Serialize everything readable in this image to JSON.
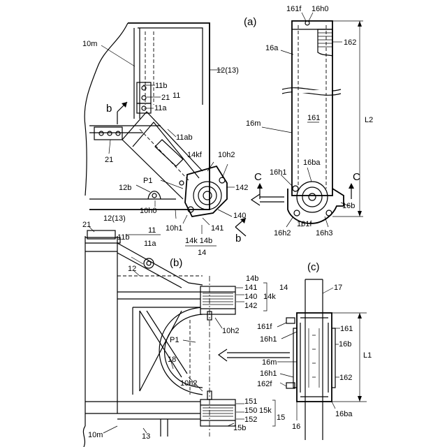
{
  "figure": {
    "panels": {
      "a": "(a)",
      "b": "(b)",
      "c": "(c)"
    },
    "labels": {
      "l10m": "10m",
      "l10m_b": "10m",
      "l11b": "11b",
      "l11a": "11a",
      "l11": "11",
      "l21": "21",
      "l21_b": "21",
      "l21_c": "21",
      "l12_13": "12(13)",
      "l12_13_b": "12(13)",
      "l11ab": "11ab",
      "l14kf": "14kf",
      "l10h2": "10h2",
      "l142": "142",
      "lP1": "P1",
      "l12b": "12b",
      "l10h0": "10h0",
      "l140": "140",
      "l141": "141",
      "l10h1": "10h1",
      "l14k14b": "14k 14b",
      "l14": "14",
      "lb_a": "b",
      "lb_a2": "b",
      "l161f_top": "161f",
      "l16h0": "16h0",
      "l16a": "16a",
      "l162": "162",
      "l161": "161",
      "l16m": "16m",
      "lL2": "L2",
      "lC1": "C",
      "lC2": "C",
      "l16ba": "16ba",
      "l16h1": "16h1",
      "l16b": "16b",
      "l16h2": "16h2",
      "l161f_bot": "161f",
      "l16h3": "16h3",
      "b_11b": "11b",
      "b_11a": "11a",
      "b_11": "11",
      "b_12": "12",
      "b_14b": "14b",
      "b_141": "141",
      "b_140": "140",
      "b_142": "142",
      "b_14k": "14k",
      "b_14": "14",
      "b_10h2": "10h2",
      "b_P1": "P1",
      "b_18": "18",
      "b_10h2b": "10h2",
      "b_151": "151",
      "b_150": "150",
      "b_152": "152",
      "b_15k": "15k",
      "b_15": "15",
      "b_15b": "15b",
      "b_10m": "10m",
      "b_13": "13",
      "c_17": "17",
      "c_161f": "161f",
      "c_16h1": "16h1",
      "c_161": "161",
      "c_16b": "16b",
      "c_L1": "L1",
      "c_16m": "16m",
      "c_16h1b": "16h1",
      "c_162f": "162f",
      "c_162": "162",
      "c_16": "16",
      "c_16ba": "16ba"
    }
  }
}
